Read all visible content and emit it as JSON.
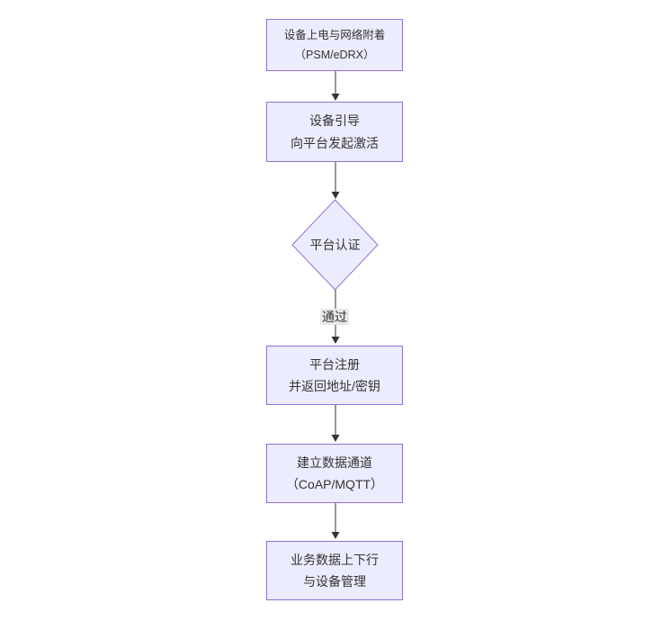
{
  "flowchart": {
    "direction": "top-down",
    "nodes": [
      {
        "id": "power",
        "type": "rect",
        "lines": [
          "设备上电与网络附着",
          "（PSM/eDRX）"
        ]
      },
      {
        "id": "bootstrap",
        "type": "rect",
        "lines": [
          "设备引导",
          "向平台发起激活"
        ]
      },
      {
        "id": "auth",
        "type": "diamond",
        "lines": [
          "平台认证"
        ]
      },
      {
        "id": "register",
        "type": "rect",
        "lines": [
          "平台注册",
          "并返回地址/密钥"
        ]
      },
      {
        "id": "channel",
        "type": "rect",
        "lines": [
          "建立数据通道",
          "（CoAP/MQTT）"
        ]
      },
      {
        "id": "business",
        "type": "rect",
        "lines": [
          "业务数据上下行",
          "与设备管理"
        ]
      }
    ],
    "edges": [
      {
        "from": "power",
        "to": "bootstrap",
        "label": ""
      },
      {
        "from": "bootstrap",
        "to": "auth",
        "label": ""
      },
      {
        "from": "auth",
        "to": "register",
        "label": "通过"
      },
      {
        "from": "register",
        "to": "channel",
        "label": ""
      },
      {
        "from": "channel",
        "to": "business",
        "label": ""
      }
    ],
    "colors": {
      "node_fill": "#ECECFF",
      "node_border": "#9370DB",
      "edge_line": "#333333",
      "arrowhead": "#333333",
      "edge_label_bg": "#e8e8e8",
      "text": "#333333",
      "background": "#ffffff"
    }
  }
}
